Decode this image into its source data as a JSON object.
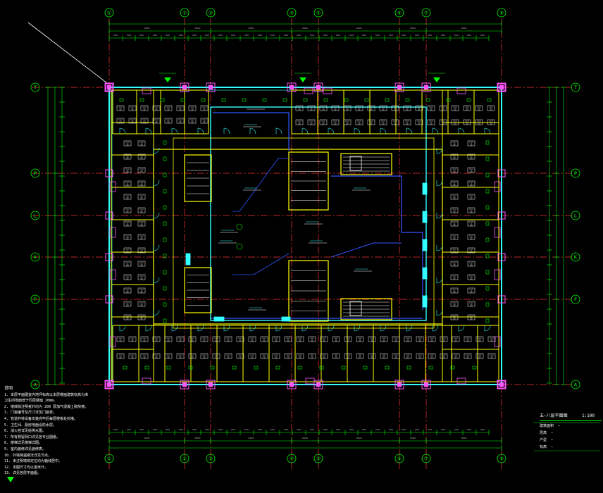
{
  "drawing": {
    "title": "Floor plan",
    "colors": {
      "background": "#000000",
      "grid_axis": "#ff3333",
      "dimension": "#00ff00",
      "wall_primary": "#33ffff",
      "wall_secondary": "#ffff00",
      "column": "#ff55ff",
      "pipe_blue": "#3355ff",
      "detail_white": "#ffffff"
    },
    "columns_top": [
      "①",
      "②",
      "③",
      "④",
      "⑤",
      "⑥",
      "⑦",
      "⑧"
    ],
    "columns_bottom": [
      "①",
      "②",
      "③",
      "④",
      "⑤",
      "⑥",
      "⑦",
      "⑧"
    ],
    "rows_left": [
      "T",
      "P",
      "L",
      "K",
      "F",
      "A"
    ],
    "rows_right": [
      "T",
      "P",
      "L",
      "K",
      "F",
      "A"
    ],
    "north_arrow": true,
    "notes": {
      "title": "说明",
      "lines": [
        "1. 本层平面图室内地坪标高以本层楼面建筑标高为准",
        "   卫生间地面低于同层楼面 20mm。",
        "2. 墙体除注明者外均为 200 厚加气混凝土砌块墙。",
        "3. 门窗编号及尺寸详见门窗表。",
        "4. 管道井待设备安装完毕后每层楼板处封堵。",
        "5. 卫生间、厨房地面设防水层。",
        "6. 消火栓详见给排水图。",
        "7. 所有预留洞口详见各专业图纸。",
        "8. 楼梯详见楼梯详图。",
        "9. 室内装修详见装修表。",
        "10. 外墙保温做法详见节点。",
        "11. 未注明墙体定位均为轴线居中。",
        "12. 本图尺寸均以毫米计。",
        "13. 详见各层平面图。"
      ]
    },
    "legend": {
      "title": "五—八层平面图",
      "scale": "1:100",
      "rows": [
        {
          "label": "建筑面积",
          "value": "—"
        },
        {
          "label": "层高",
          "value": "—"
        },
        {
          "label": "户型",
          "value": "—"
        },
        {
          "label": "标高",
          "value": "—"
        }
      ]
    }
  }
}
